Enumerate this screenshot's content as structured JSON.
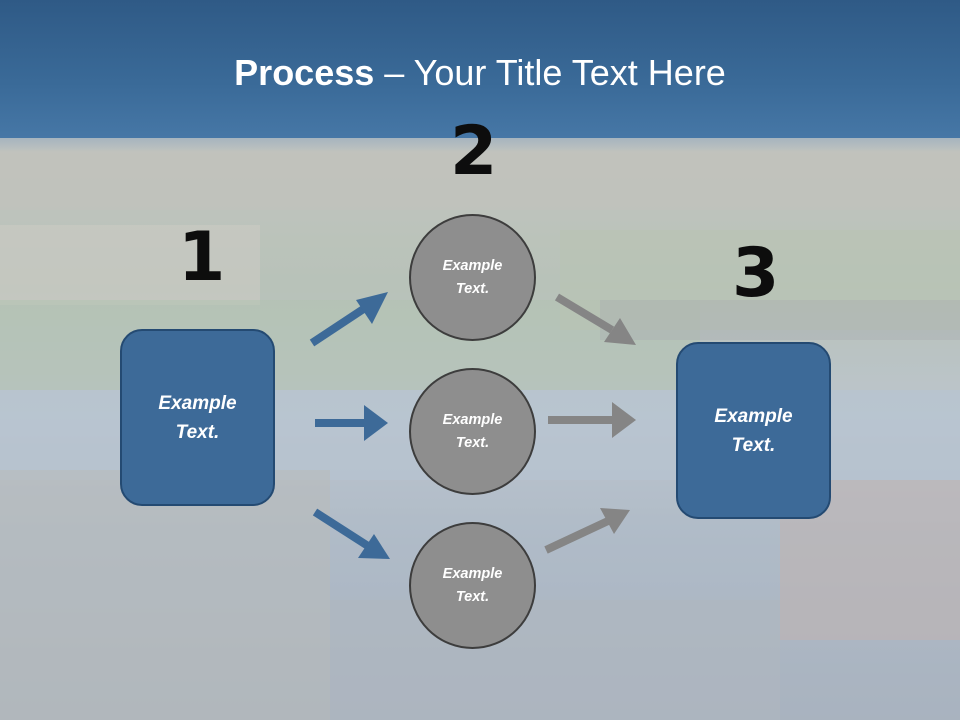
{
  "slide": {
    "title_bold": "Process",
    "title_rest": " – Your Title Text Here",
    "steps": [
      "1",
      "2",
      "3"
    ],
    "left_box": "Example Text.",
    "circles": [
      "Example Text.",
      "Example Text.",
      "Example Text."
    ],
    "right_box": "Example Text."
  },
  "colors": {
    "title_band": "#3a6a98",
    "box_fill": "#3d6a98",
    "circle_fill": "#8e8e8e",
    "blue_arrow": "#3d6a98",
    "gray_arrow": "#858585"
  },
  "icons": [
    "arrow-right-icon"
  ]
}
